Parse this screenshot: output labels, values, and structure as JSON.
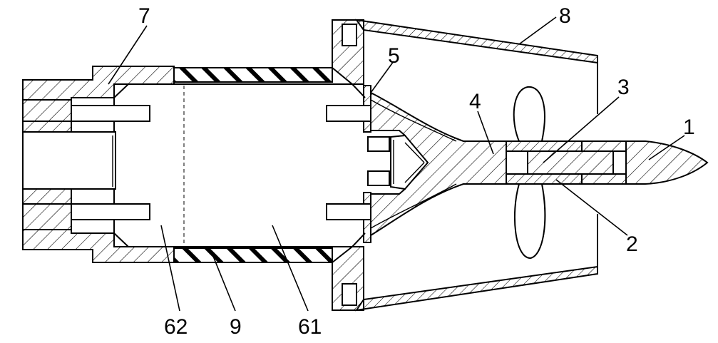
{
  "diagram": {
    "type": "mechanical cross-section",
    "colors": {
      "line": "#000000",
      "background": "#ffffff"
    },
    "labels": [
      {
        "id": "1",
        "text": "1"
      },
      {
        "id": "2",
        "text": "2"
      },
      {
        "id": "3",
        "text": "3"
      },
      {
        "id": "4",
        "text": "4"
      },
      {
        "id": "5",
        "text": "5"
      },
      {
        "id": "7",
        "text": "7"
      },
      {
        "id": "8",
        "text": "8"
      },
      {
        "id": "9",
        "text": "9"
      },
      {
        "id": "61",
        "text": "61"
      },
      {
        "id": "62",
        "text": "62"
      }
    ]
  }
}
